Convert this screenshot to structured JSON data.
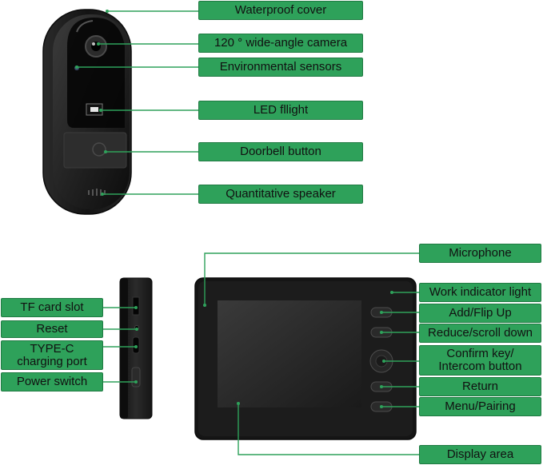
{
  "doorbell": {
    "labels": [
      {
        "id": "waterproof-cover",
        "text": "Waterproof cover"
      },
      {
        "id": "wide-angle-camera",
        "text": "120 ° wide-angle camera"
      },
      {
        "id": "environmental-sensors",
        "text": "Environmental sensors"
      },
      {
        "id": "led-flight",
        "text": "LED fllight"
      },
      {
        "id": "doorbell-button",
        "text": "Doorbell button"
      },
      {
        "id": "quantitative-speaker",
        "text": "Quantitative speaker"
      }
    ]
  },
  "side_view": {
    "labels": [
      {
        "id": "tf-card-slot",
        "text": "TF card slot"
      },
      {
        "id": "reset",
        "text": "Reset"
      },
      {
        "id": "type-c-port",
        "text": "TYPE-C\ncharging port"
      },
      {
        "id": "power-switch",
        "text": "Power switch"
      }
    ]
  },
  "monitor": {
    "labels": [
      {
        "id": "microphone",
        "text": "Microphone"
      },
      {
        "id": "work-indicator-light",
        "text": "Work indicator light"
      },
      {
        "id": "add-flip-up",
        "text": "Add/Flip Up"
      },
      {
        "id": "reduce-scroll-down",
        "text": "Reduce/scroll down"
      },
      {
        "id": "confirm-intercom",
        "text": "Confirm key/\nIntercom button"
      },
      {
        "id": "return",
        "text": "Return"
      },
      {
        "id": "menu-pairing",
        "text": "Menu/Pairing"
      },
      {
        "id": "display-area",
        "text": "Display area"
      }
    ]
  },
  "colors": {
    "label_green": "#2ea15a",
    "leader_green": "#2ea15a",
    "device_black": "#1a1a1a"
  }
}
